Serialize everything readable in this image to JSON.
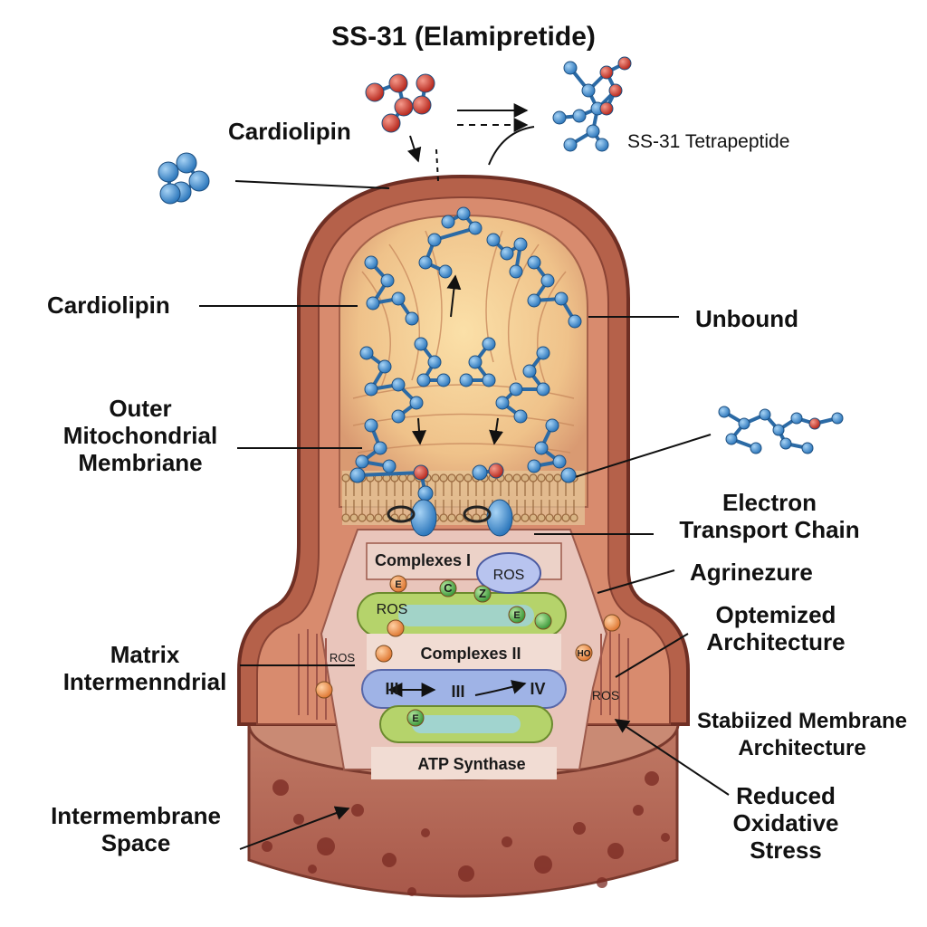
{
  "title": "SS-31 (Elamipretide)",
  "labels": {
    "cardiolipin_top": "Cardiolipin",
    "ss31_tetrapeptide": "SS-31 Tetrapeptide",
    "cardiolipin_left": "Cardiolipin",
    "unbound": "Unbound",
    "outer_membrane": [
      "Outer",
      "Mitochondrial",
      "Membriane"
    ],
    "electron_transport": [
      "Electron",
      "Transport Chain"
    ],
    "agrinezure": "Agrinezure",
    "optemized": [
      "Optemized",
      "Architecture"
    ],
    "matrix": [
      "Matrix",
      "Intermenndrial"
    ],
    "stabilized": [
      "Stabiized Membrane",
      "Architecture"
    ],
    "reduced": [
      "Reduced",
      "Oxidative",
      "Stress"
    ],
    "intermembrane": [
      "Intermembrane",
      "Space"
    ]
  },
  "inner": {
    "complexes_1": "Complexes I",
    "ros_bubble": "ROS",
    "ros_band": "ROS",
    "complexes_2": "Complexes II",
    "complex_3a": "III",
    "complex_3b": "III",
    "complex_4": "IV",
    "atp_synthase": "ATP Synthase",
    "ros_left": "ROS",
    "ros_right": "ROS",
    "c_marker": "C",
    "z_marker": "Z",
    "e_marker": "E",
    "ho_marker": "HO"
  },
  "colors": {
    "outer_membrane": "#b5614a",
    "matrix": "#f2c98e",
    "molecule_blue": "#3f8fd0",
    "molecule_red": "#d23a2c",
    "complex_blue": "#9fb3e6",
    "complex_green": "#b5d36b"
  }
}
